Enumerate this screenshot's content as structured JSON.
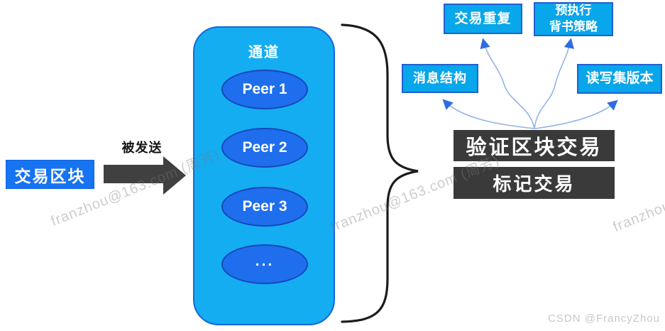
{
  "diagram": {
    "source": {
      "label": "交易区块"
    },
    "flow": {
      "send_label": "被发送"
    },
    "channel": {
      "title": "通道",
      "peers": [
        {
          "label": "Peer 1"
        },
        {
          "label": "Peer 2"
        },
        {
          "label": "Peer 3"
        },
        {
          "label": "..."
        }
      ]
    },
    "validate": {
      "primary": "验证区块交易",
      "secondary": "标记交易"
    },
    "checks": {
      "message_structure": "消息结构",
      "tx_duplicate": "交易重复",
      "endorsement_policy": "预执行\n背书策略",
      "rwset_version": "读写集版本"
    },
    "watermark": "franzhou@163.com (周芳)",
    "credit": "CSDN @FrancyZhou",
    "colors": {
      "source_fill": "#1673f2",
      "channel_fill": "#14adf2",
      "channel_border": "#1568d8",
      "peer_fill": "#1e6eee",
      "peer_border": "#1747b8",
      "check_fill": "#08a6ea",
      "check_border": "#2160d4",
      "dark_box_fill": "#3a3a3a",
      "big_arrow_fill": "#404040",
      "brace_stroke": "#1b1b1b",
      "connector_stroke": "#93b3e6",
      "arrowhead_fill": "#2f6ce2",
      "watermark_gray": "#bdbdbd"
    }
  }
}
